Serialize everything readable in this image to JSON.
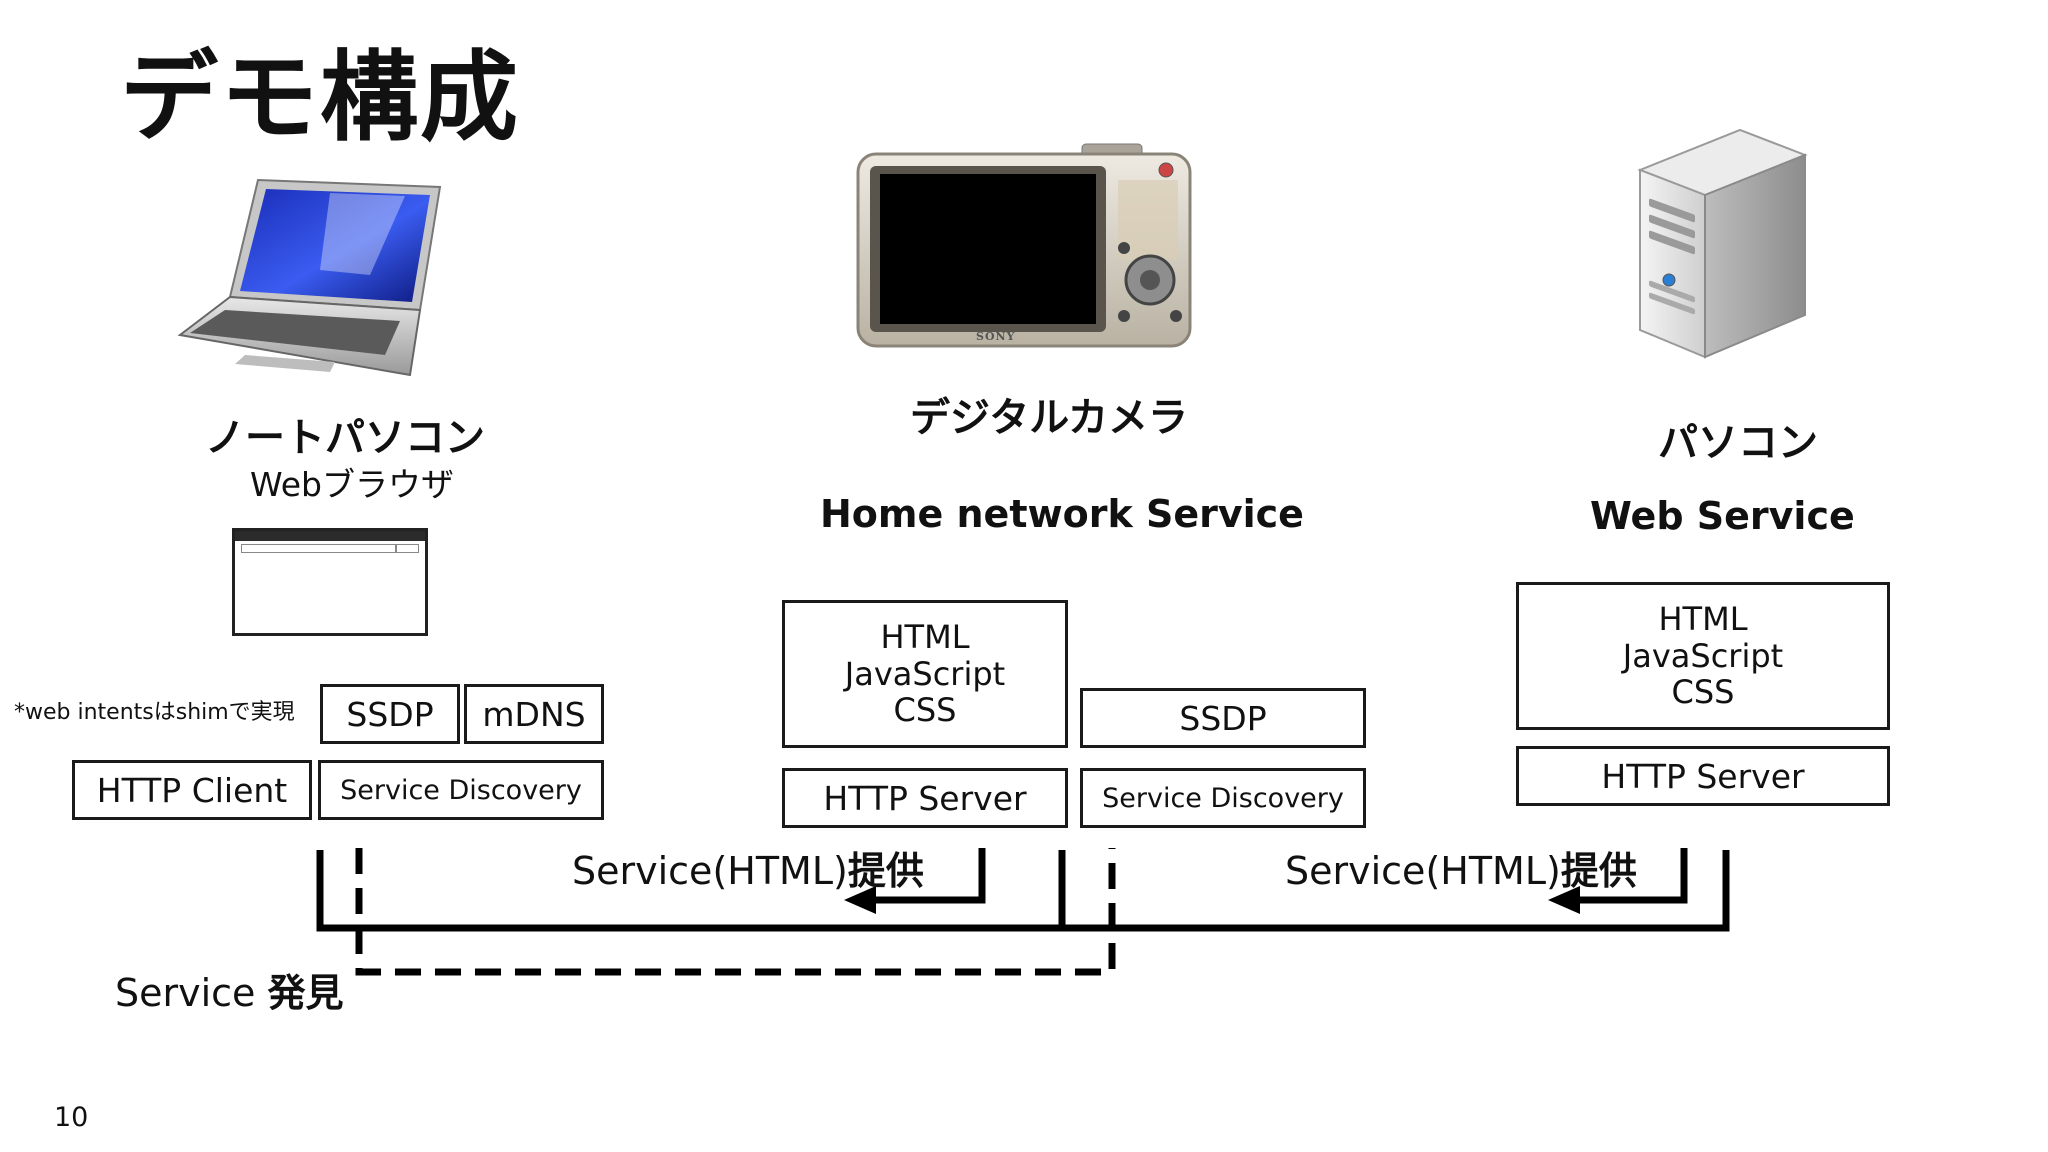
{
  "title": "デモ構成",
  "page_number": "10",
  "laptop": {
    "name": "ノートパソコン",
    "sub": "Webブラウザ",
    "note": "*web intentsはshimで実現",
    "ssdp": "SSDP",
    "mdns": "mDNS",
    "http_client": "HTTP Client",
    "service_discovery": "Service Discovery"
  },
  "camera": {
    "name": "デジタルカメラ",
    "service_title": "Home network Service",
    "stack": "HTML\nJavaScript\nCSS",
    "ssdp": "SSDP",
    "http_server": "HTTP Server",
    "service_discovery": "Service Discovery",
    "brand": "SONY"
  },
  "pc": {
    "name": "パソコン",
    "service_title": "Web Service",
    "stack": "HTML\nJavaScript\nCSS",
    "http_server": "HTTP Server"
  },
  "arrows": {
    "provide_prefix": "Service(HTML)",
    "provide_suffix": "提供",
    "discovery_prefix": "Service ",
    "discovery_suffix": "発見"
  }
}
